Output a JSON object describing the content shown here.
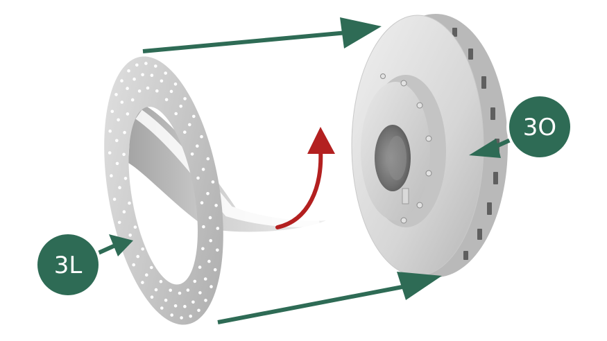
{
  "callouts": {
    "part_3L": {
      "label": "3L"
    },
    "part_3O": {
      "label": "3O"
    }
  },
  "colors": {
    "background": "#ffffff",
    "badge_fill": "#2e6b55",
    "badge_ring": "#ffffff",
    "arrow_green": "#2e6b55",
    "arrow_red": "#b32020",
    "metal_light": "#dcdcdc",
    "metal_mid": "#bdbdbd",
    "metal_dark": "#8f8f8f",
    "hole_color": "#ffffff"
  },
  "icons": {
    "badge_3L": "callout-badge",
    "badge_3O": "callout-badge",
    "arrow_top": "arrow-right",
    "arrow_bottom": "arrow-right",
    "arrow_rotate": "curved-arrow-up",
    "shim_part": "perforated-shim-ring",
    "disc_part": "ventilated-brake-disc"
  }
}
